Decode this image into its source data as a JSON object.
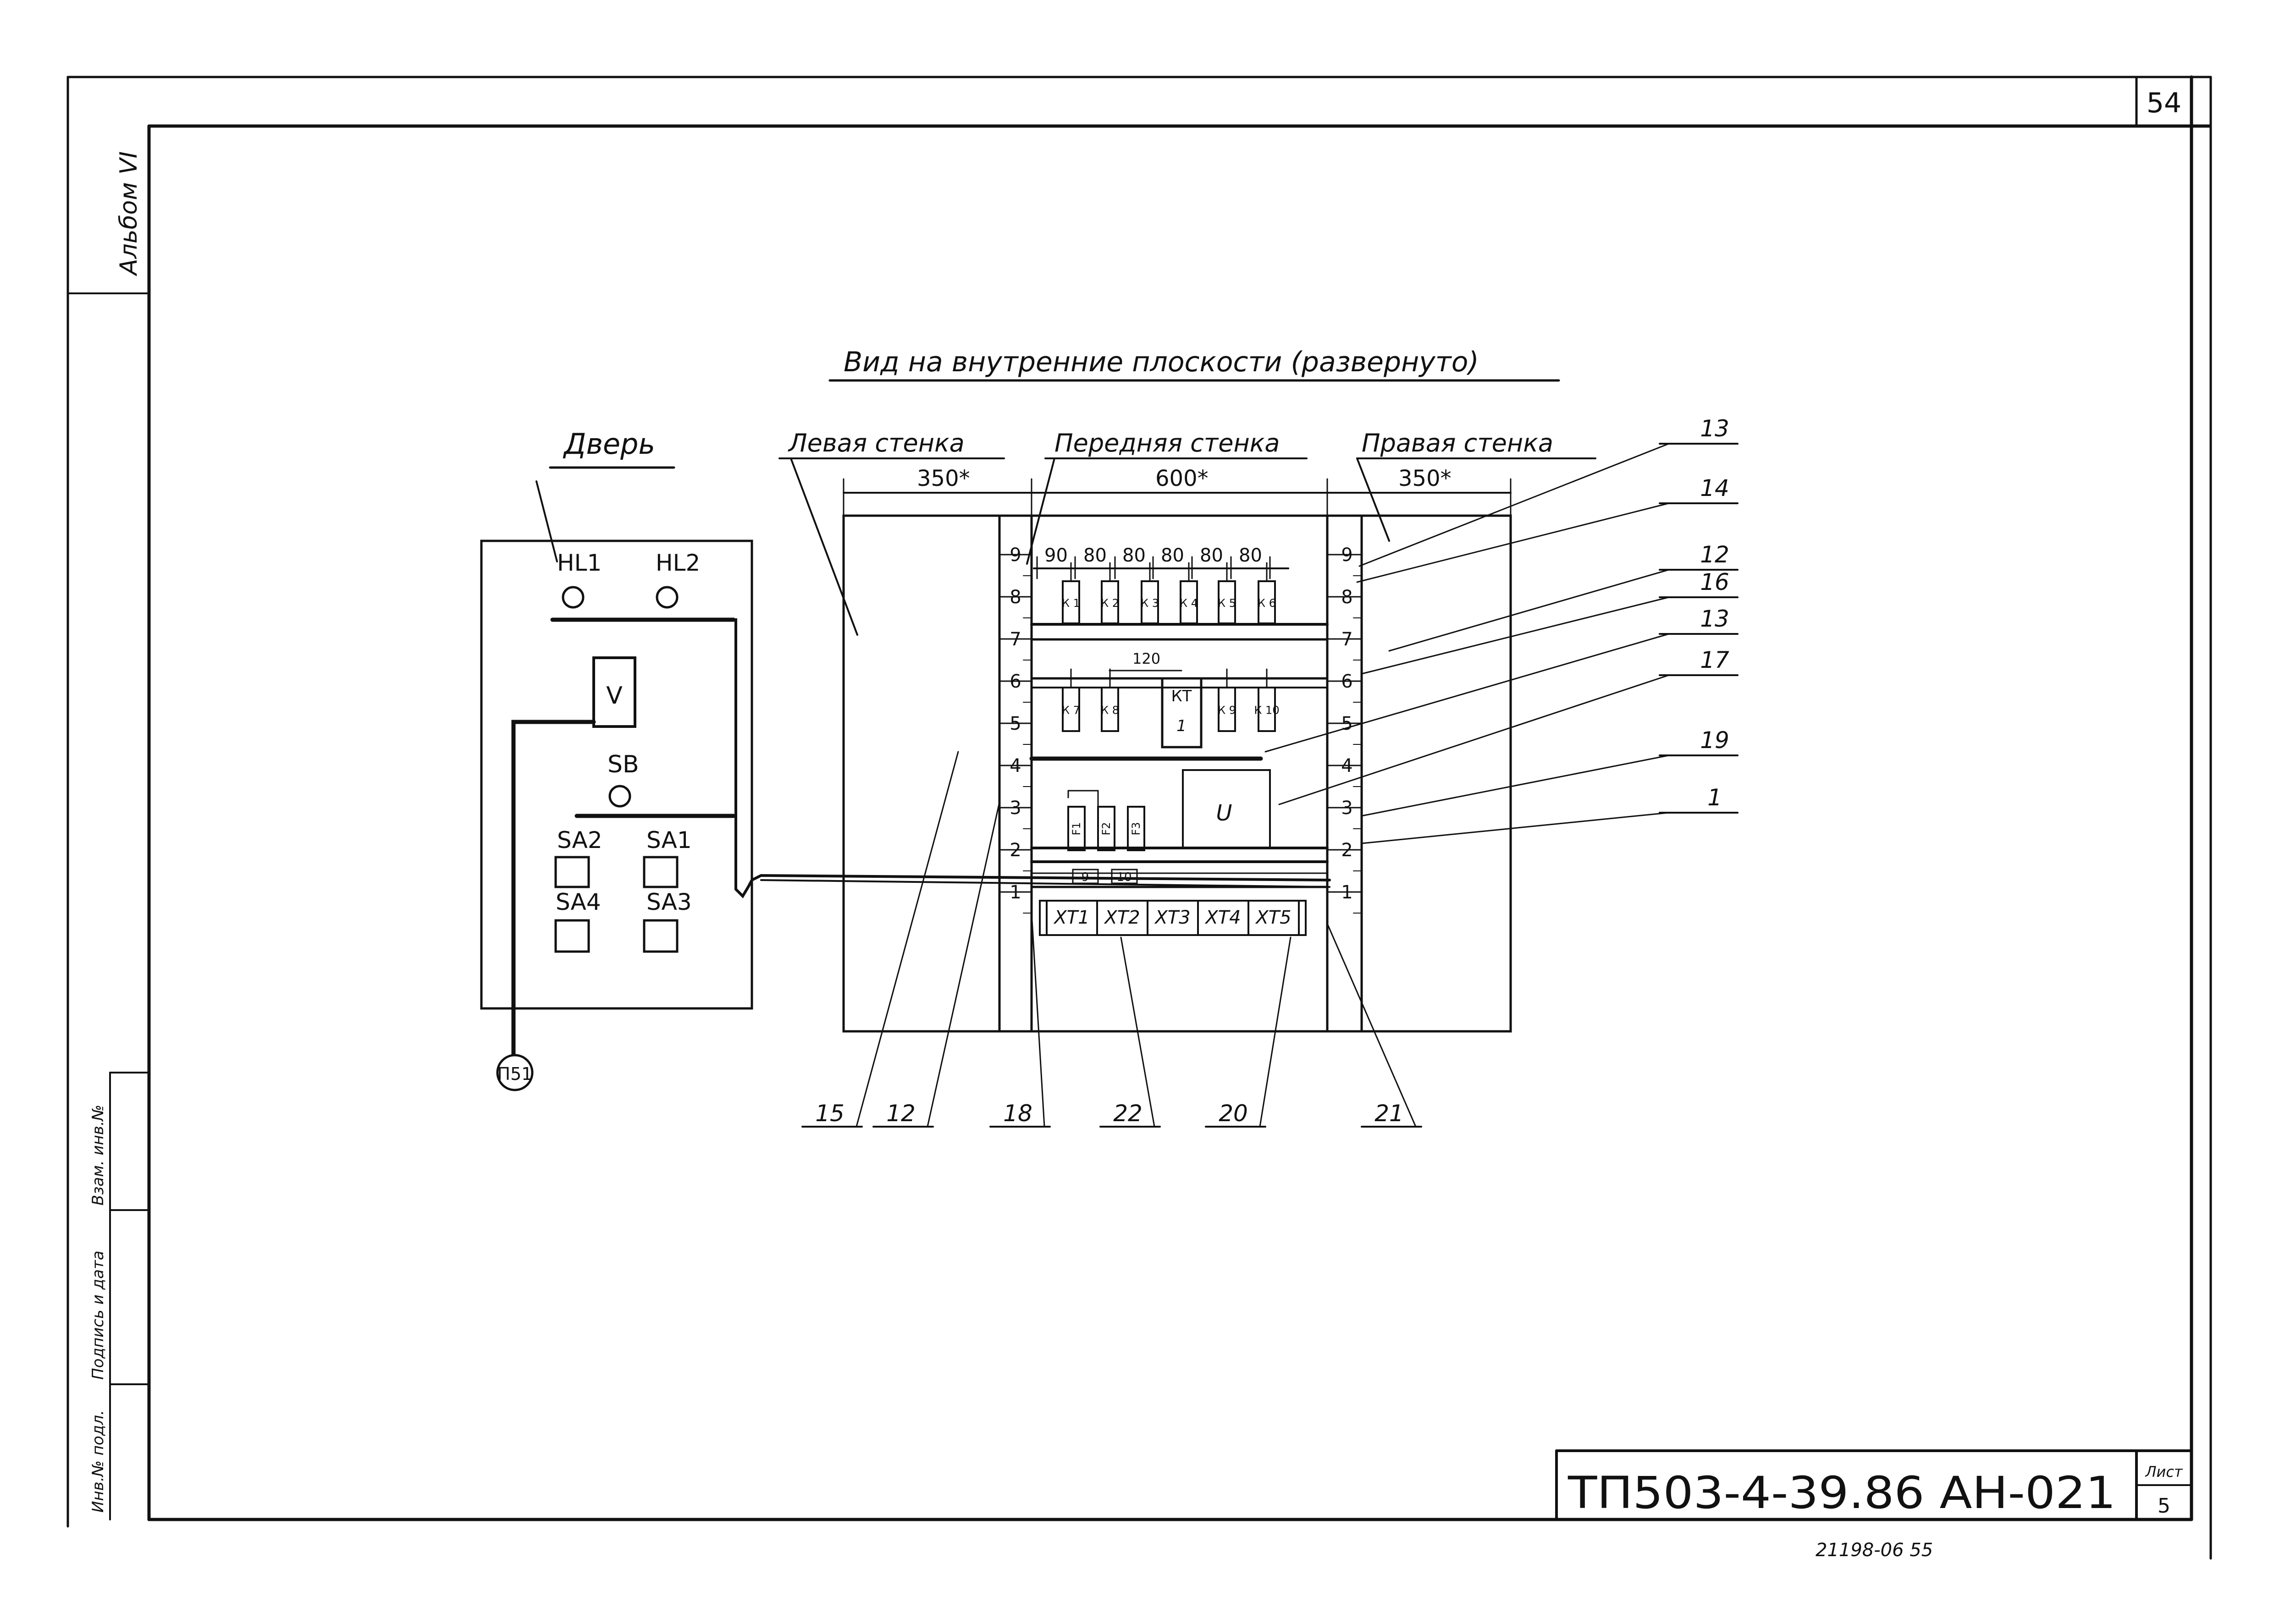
{
  "title": "Вид на внутренние плоскости (развернуто)",
  "sheet_number_top": "54",
  "album_label": "Альбом VI",
  "stamp_labels": [
    "Инв.№ подл.",
    "Подпись и дата",
    "Взам. инв.№"
  ],
  "door": {
    "label": "Дверь",
    "lamps": [
      "HL1",
      "HL2"
    ],
    "voltmeter": "V",
    "button": "SB",
    "switches": [
      "SA2",
      "SA1",
      "SA4",
      "SA3"
    ],
    "cable": "П51"
  },
  "walls": {
    "left": {
      "label": "Левая стенка",
      "width": "350*"
    },
    "front": {
      "label": "Передняя стенка",
      "width": "600*"
    },
    "right": {
      "label": "Правая стенка",
      "width": "350*"
    }
  },
  "front_dims": {
    "pitch_first": "90",
    "pitch": [
      "80",
      "80",
      "80",
      "80",
      "80"
    ],
    "kt_spacing": "120"
  },
  "rail_ticks": [
    "9",
    "8",
    "7",
    "6",
    "5",
    "4",
    "3",
    "2",
    "1"
  ],
  "relays_top": [
    "К 1",
    "К 2",
    "К 3",
    "К 4",
    "К 5",
    "К 6"
  ],
  "relays_mid": [
    "К 7",
    "К 8",
    "К 9",
    "К 10"
  ],
  "timer": {
    "label": "КТ",
    "sub": "1"
  },
  "fuses": [
    "F1",
    "F2",
    "F3"
  ],
  "box_u": "U",
  "small_marks": [
    "9",
    "10"
  ],
  "terminals": [
    "XT1",
    "XT2",
    "XT3",
    "XT4",
    "XT5"
  ],
  "callouts_right": [
    "13",
    "14",
    "12",
    "16",
    "13",
    "17",
    "19",
    "1"
  ],
  "callouts_bottom": [
    "15",
    "12",
    "18",
    "22",
    "20",
    "21"
  ],
  "title_block": {
    "designation": "ТП503-4-39.86 АН-021",
    "sheet_label": "Лист",
    "sheet_value": "5"
  },
  "footer_note": "21198-06   55"
}
